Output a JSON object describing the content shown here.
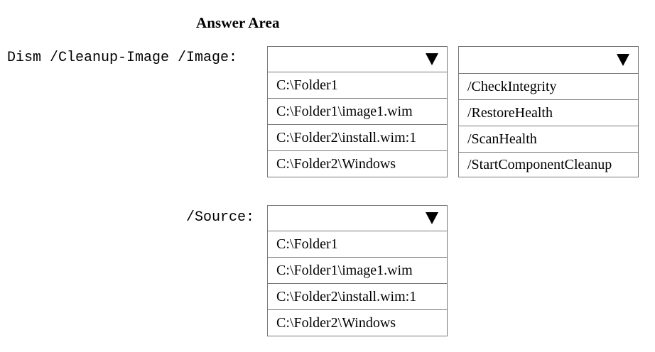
{
  "title": "Answer Area",
  "command_label": "Dism /Cleanup-Image /Image:",
  "source_label": "/Source:",
  "image_dropdown": {
    "selected": "",
    "options": [
      "C:\\Folder1",
      "C:\\Folder1\\image1.wim",
      "C:\\Folder2\\install.wim:1",
      "C:\\Folder2\\Windows"
    ]
  },
  "action_dropdown": {
    "selected": "",
    "options": [
      "/CheckIntegrity",
      "/RestoreHealth",
      "/ScanHealth",
      "/StartComponentCleanup"
    ]
  },
  "source_dropdown": {
    "selected": "",
    "options": [
      "C:\\Folder1",
      "C:\\Folder1\\image1.wim",
      "C:\\Folder2\\install.wim:1",
      "C:\\Folder2\\Windows"
    ]
  }
}
